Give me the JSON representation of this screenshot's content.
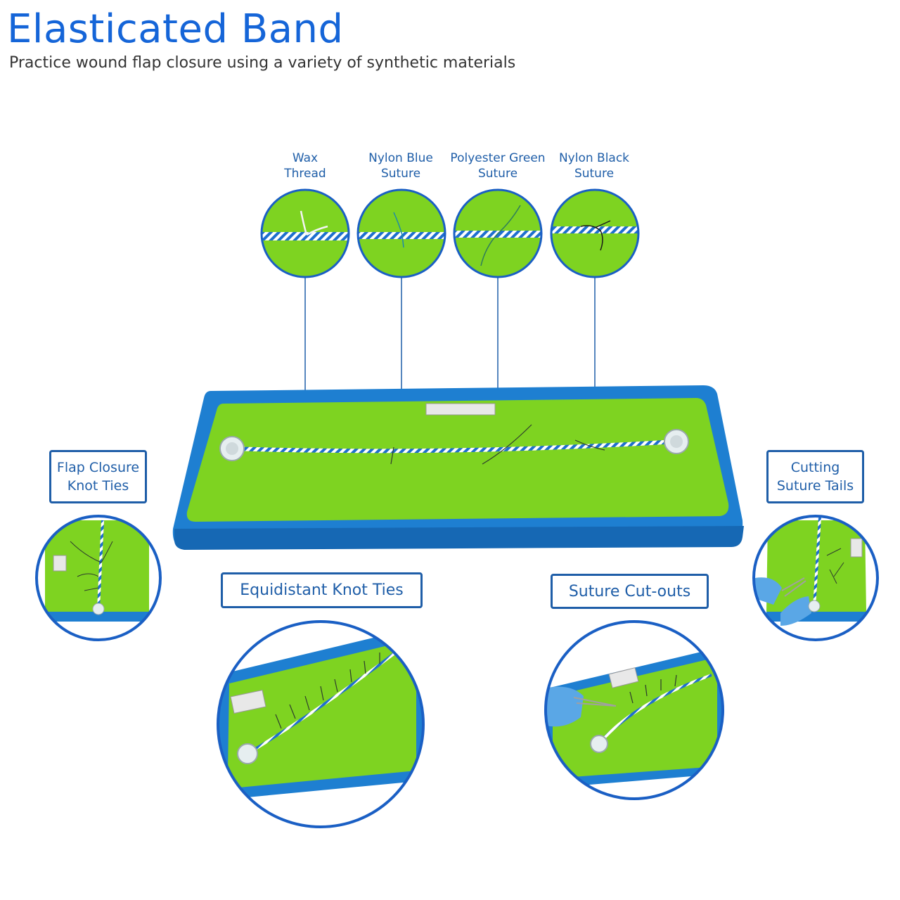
{
  "header": {
    "title": "Elasticated Band",
    "subtitle": "Practice wound flap closure using a variety of synthetic materials"
  },
  "suture_labels": [
    {
      "line1": "Wax",
      "line2": "Thread"
    },
    {
      "line1": "Nylon Blue",
      "line2": "Suture"
    },
    {
      "line1": "Polyester Green",
      "line2": "Suture"
    },
    {
      "line1": "Nylon Black",
      "line2": "Suture"
    }
  ],
  "callouts": {
    "flap_closure": {
      "line1": "Flap Closure",
      "line2": "Knot Ties"
    },
    "cutting": {
      "line1": "Cutting",
      "line2": "Suture Tails"
    },
    "equidistant": "Equidistant Knot Ties",
    "cutouts": "Suture Cut-outs"
  },
  "colors": {
    "accent": "#1565d8",
    "label": "#1f5ea8",
    "pad_green": "#7ed321",
    "frame_blue": "#1e7fd1",
    "circle_border": "#1a5fc4"
  }
}
